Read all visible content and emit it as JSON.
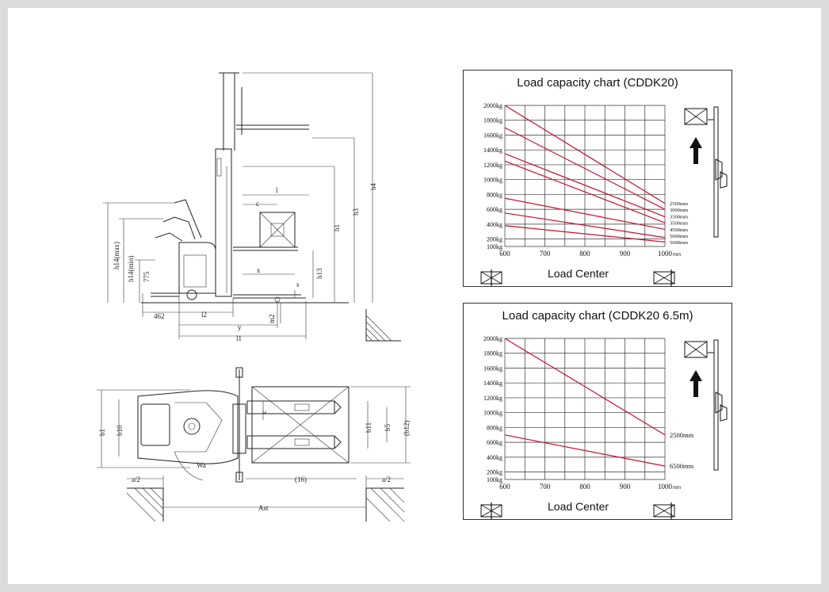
{
  "drawing": {
    "side_view_labels": {
      "h14max": "h14(max)",
      "h14min": "h14(min)",
      "v775": "775",
      "h1": "h1",
      "h3": "h3",
      "h4": "h4",
      "h13": "h13",
      "s": "s",
      "l": "l",
      "c": "c",
      "x": "x",
      "v462": "462",
      "l2": "l2",
      "y": "y",
      "m2": "m2",
      "l1": "l1"
    },
    "top_view_labels": {
      "b1": "b1",
      "b10": "b10",
      "c": "c",
      "b11": "b11",
      "b5": "b5",
      "b12": "(b12)",
      "wa": "Wa",
      "a2_left": "a/2",
      "v16": "(16)",
      "a2_right": "a/2",
      "ast": "Ast"
    }
  },
  "chart_data": [
    {
      "type": "line",
      "title": "Load capacity chart (CDDK20)",
      "xlabel": "Load Center",
      "x_unit": "mm",
      "x": [
        600,
        1000
      ],
      "xticks": [
        "600",
        "700",
        "800",
        "900",
        "1000"
      ],
      "yticks": [
        "100kg",
        "200kg",
        "400kg",
        "600kg",
        "800kg",
        "1000kg",
        "1200kg",
        "1400kg",
        "1600kg",
        "1800kg",
        "2000kg"
      ],
      "yvals": [
        100,
        200,
        400,
        600,
        800,
        1000,
        1200,
        1400,
        1600,
        1800,
        2000
      ],
      "xlim": [
        600,
        1000
      ],
      "ylim": [
        100,
        2000
      ],
      "grid": true,
      "series": [
        {
          "name": "2500mm",
          "values": [
            2000,
            680
          ]
        },
        {
          "name": "3000mm",
          "values": [
            1700,
            600
          ]
        },
        {
          "name": "3300mm",
          "values": [
            1350,
            500
          ]
        },
        {
          "name": "3500mm",
          "values": [
            1250,
            420
          ]
        },
        {
          "name": "4500mm",
          "values": [
            750,
            330
          ]
        },
        {
          "name": "5000mm",
          "values": [
            550,
            220
          ]
        },
        {
          "name": "5600mm",
          "values": [
            380,
            160
          ]
        }
      ]
    },
    {
      "type": "line",
      "title": "Load capacity chart (CDDK20 6.5m)",
      "xlabel": "Load Center",
      "x_unit": "mm",
      "x": [
        600,
        1000
      ],
      "xticks": [
        "600",
        "700",
        "800",
        "900",
        "1000"
      ],
      "yticks": [
        "100kg",
        "200kg",
        "400kg",
        "600kg",
        "800kg",
        "1000kg",
        "1200kg",
        "1400kg",
        "1600kg",
        "1800kg",
        "2000kg"
      ],
      "yvals": [
        100,
        200,
        400,
        600,
        800,
        1000,
        1200,
        1400,
        1600,
        1800,
        2000
      ],
      "xlim": [
        600,
        1000
      ],
      "ylim": [
        100,
        2000
      ],
      "grid": true,
      "series": [
        {
          "name": "2500mm",
          "values": [
            2000,
            700
          ]
        },
        {
          "name": "6500mm",
          "values": [
            700,
            280
          ]
        }
      ]
    }
  ],
  "colors": {
    "series_line": "#c8102e",
    "grid": "#333333"
  }
}
